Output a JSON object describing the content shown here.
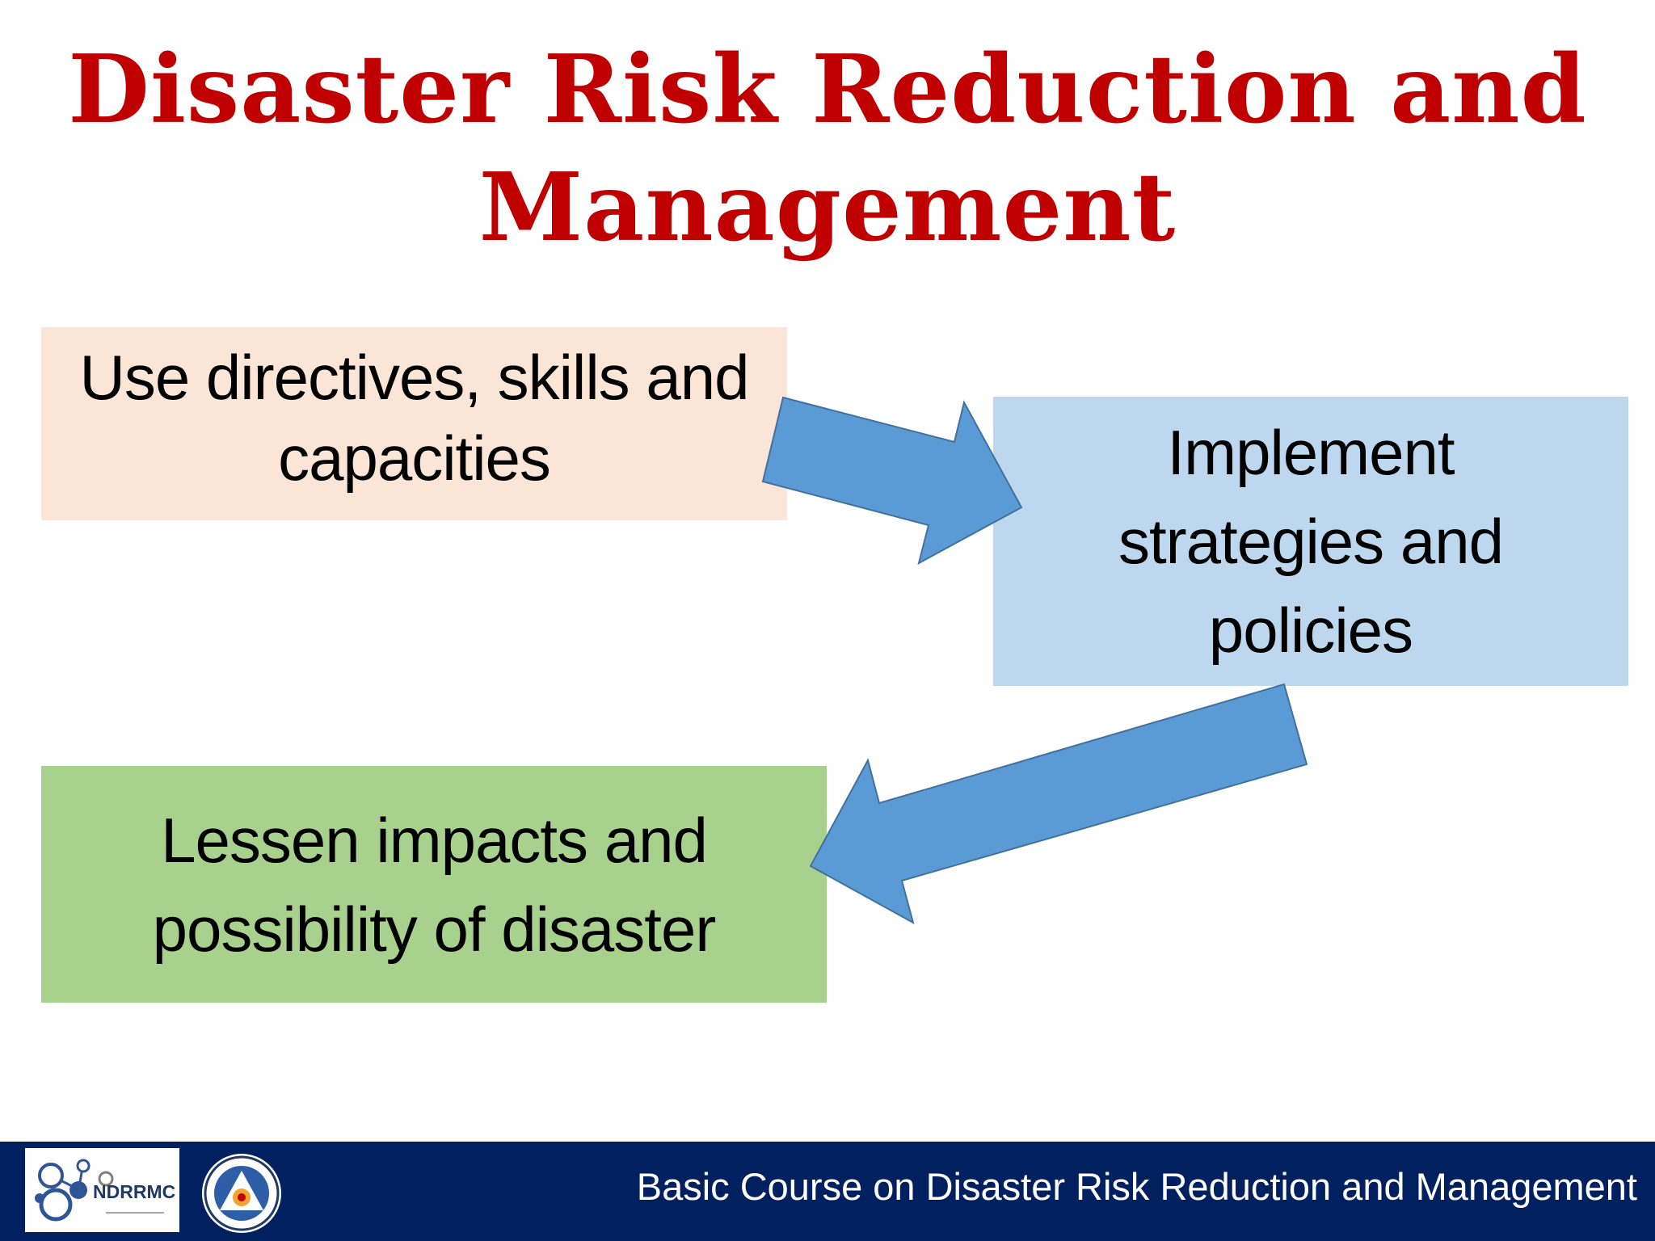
{
  "slide": {
    "title_line1": "Disaster Risk Reduction and",
    "title_line2": "Management",
    "title_color": "#c00000"
  },
  "diagram": {
    "nodes": [
      {
        "id": "directives",
        "lines": [
          "Use directives, skills and",
          "capacities"
        ],
        "fill": "#fbe5d6"
      },
      {
        "id": "implement",
        "lines": [
          "Implement",
          "strategies and",
          "policies"
        ],
        "fill": "#bdd7ee"
      },
      {
        "id": "lessen",
        "lines": [
          "Lessen impacts and",
          "possibility of disaster"
        ],
        "fill": "#a9d18e"
      }
    ],
    "edges": [
      {
        "from": "directives",
        "to": "implement"
      },
      {
        "from": "implement",
        "to": "lessen"
      }
    ],
    "arrow_color": "#5b9bd5",
    "arrow_outline": "#41719c"
  },
  "footer": {
    "text": "Basic Course on Disaster Risk Reduction and Management",
    "background": "#002060",
    "logo_text": "NDRRMC",
    "logo_icon": "ndrrmc-logo-icon",
    "seal_icon": "ocd-seal-icon"
  }
}
